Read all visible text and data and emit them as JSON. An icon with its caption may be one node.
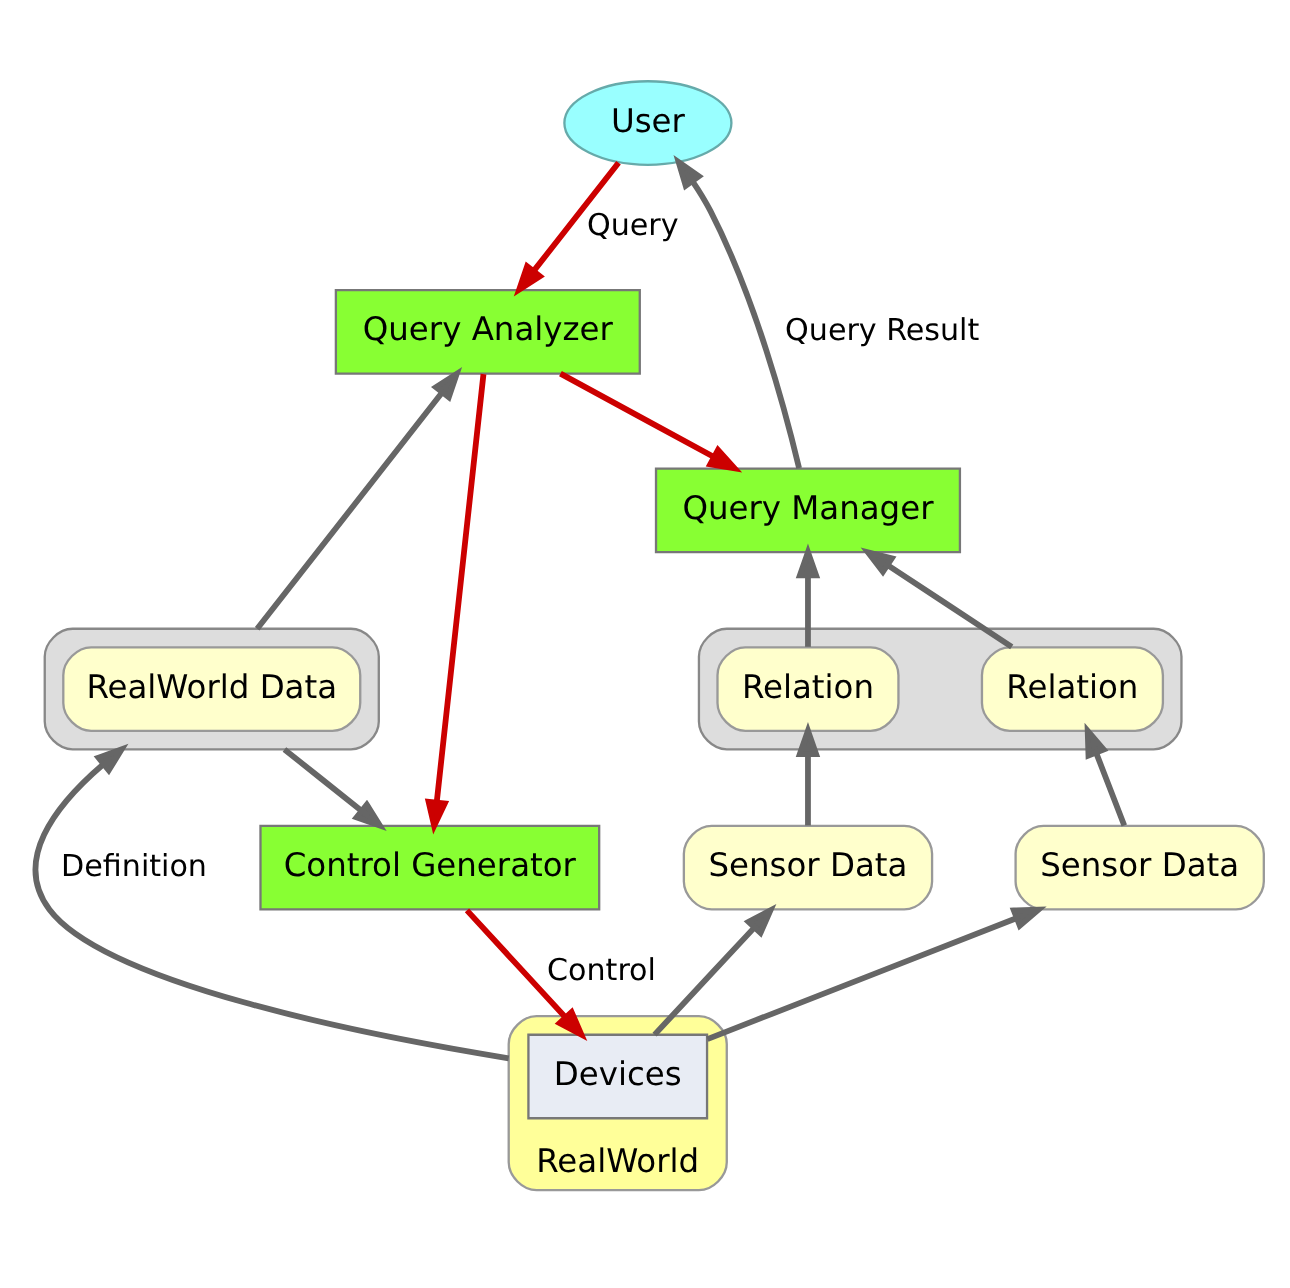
{
  "diagram": {
    "nodes": [
      {
        "text": [
          "User"
        ]
      },
      {
        "text": [
          "Query Analyzer"
        ]
      },
      {
        "text": [],
        "shape": "cylinder"
      },
      {
        "text": [
          "RealWorld Data"
        ],
        "in": 2
      },
      {
        "text": [
          "Control Generator"
        ]
      },
      {
        "text": [
          "Query Manager"
        ]
      },
      {
        "text": [],
        "shape": "cylinder"
      },
      {
        "text": [
          "Relation"
        ],
        "in": 6
      },
      {
        "text": [
          "Relation"
        ],
        "in": 6
      },
      {
        "text": [
          "Sensor Data"
        ]
      },
      {
        "text": [
          "Sensor Data"
        ]
      },
      {
        "text": [
          "RealWorld"
        ]
      },
      {
        "text": [
          "Devices"
        ],
        "in": 11
      }
    ],
    "edges": [
      {
        "from": 0,
        "to": 1,
        "arrow": "to",
        "label": "Query",
        "color": "#cc0000"
      },
      {
        "from": 2,
        "to": 1,
        "arrow": "to"
      },
      {
        "from": 1,
        "to": 4,
        "arrow": "to",
        "color": "#cc0000"
      },
      {
        "from": 1,
        "to": 5,
        "arrow": "to",
        "color": "#cc0000"
      },
      {
        "from": 2,
        "to": 4,
        "arrow": "to"
      },
      {
        "from": 5,
        "to": 0,
        "arrow": "to",
        "label": "Query Result"
      },
      {
        "from": 7,
        "to": 5,
        "arrow": "to"
      },
      {
        "from": 8,
        "to": 5,
        "arrow": "to"
      },
      {
        "from": 9,
        "to": 7,
        "arrow": "to"
      },
      {
        "from": 10,
        "to": 8,
        "arrow": "to"
      },
      {
        "from": 12,
        "to": 9,
        "arrow": "to"
      },
      {
        "from": 12,
        "to": 10,
        "arrow": "to"
      },
      {
        "from": 11,
        "to": 2,
        "arrow": "to",
        "label": "Definition"
      },
      {
        "from": 4,
        "to": 12,
        "arrow": "to",
        "label": "Control",
        "color": "#cc0000"
      }
    ]
  }
}
